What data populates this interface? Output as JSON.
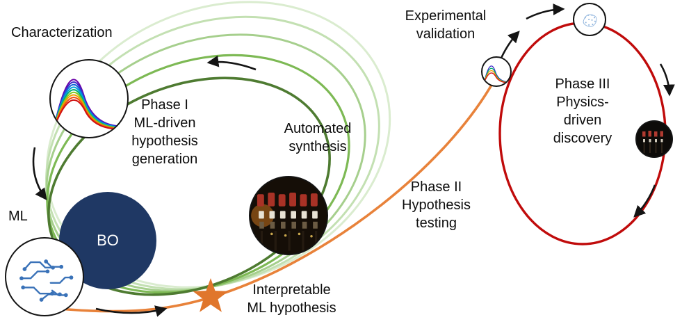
{
  "labels": {
    "characterization": "Characterization",
    "phase1": "Phase I\nML-driven\nhypothesis\ngeneration",
    "automated_synthesis": "Automated\nsynthesis",
    "ml": "ML",
    "bo": "BO",
    "interpretable_hypothesis": "Interpretable\nML hypothesis",
    "phase2": "Phase II\nHypothesis\ntesting",
    "experimental_validation": "Experimental\nvalidation",
    "phase3": "Phase III\nPhysics-\ndriven\ndiscovery"
  },
  "icons": {
    "characterization": "spectra-plot-icon",
    "ml": "brain-circuit-icon",
    "automated_synthesis": "synthesis-photo-icon",
    "experimental_validation": "small-spectra-icon",
    "phase3_top": "brain-dots-icon",
    "phase3_right": "lab-equipment-photo-icon",
    "hypothesis_marker": "star-icon"
  },
  "colors": {
    "phase1_greens": [
      "#daeccf",
      "#c3e0b2",
      "#a6cf8d",
      "#7db954",
      "#4e7b31"
    ],
    "phase2_orange": "#e8823a",
    "phase3_red": "#c00b0b",
    "bo_navy": "#1f3864",
    "star_orange": "#e0762c",
    "arrow_black": "#141414"
  }
}
